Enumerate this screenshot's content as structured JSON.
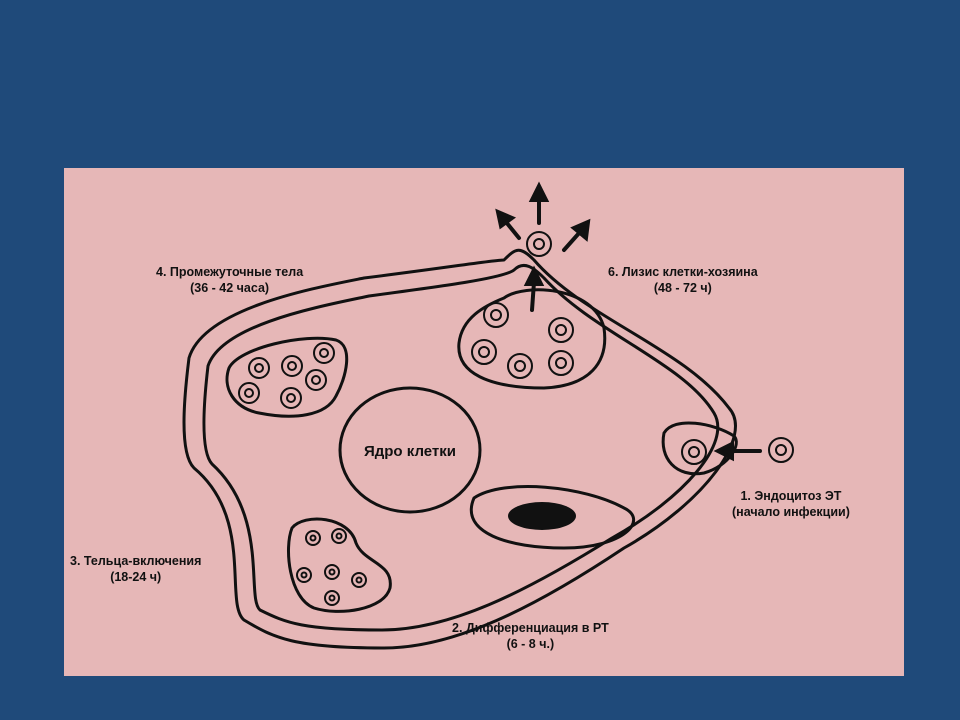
{
  "nucleus_label": "Ядро клетки",
  "stages": [
    {
      "title": "1. Эндоцитоз ЭТ",
      "subtitle": "(начало инфекции)"
    },
    {
      "title": "2. Дифференциация в РТ",
      "subtitle": "(6 - 8 ч.)"
    },
    {
      "title": "3. Тельца-включения",
      "subtitle": "(18-24 ч)"
    },
    {
      "title": "4. Промежуточные тела",
      "subtitle": "(36 - 42 часа)"
    },
    {
      "title": "6. Лизис клетки-хозяина",
      "subtitle": "(48 - 72 ч)"
    }
  ],
  "colors": {
    "background": "#1f4a7a",
    "panel": "#e6b7b7",
    "ink": "#111111"
  }
}
